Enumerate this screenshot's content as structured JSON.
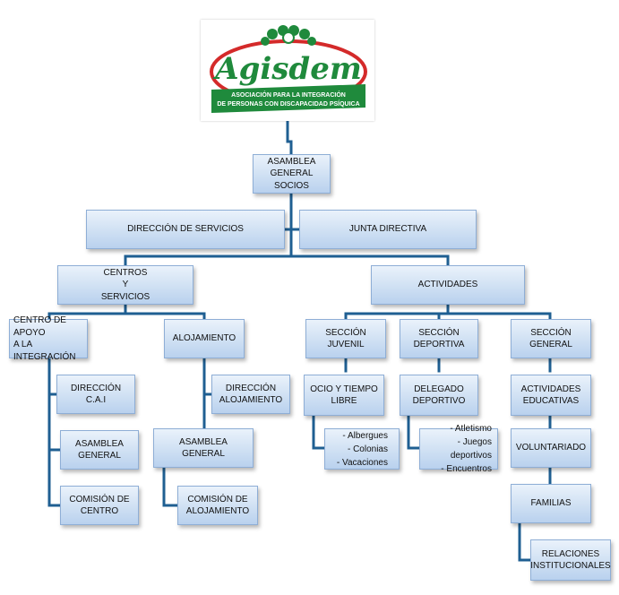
{
  "logo": {
    "name": "Agisdem",
    "tagline_1": "Asociación para la Integración",
    "tagline_2": "de personas con Discapacidad Psíquica"
  },
  "nodes": {
    "asamblea_general_socios": "ASAMBLEA\nGENERAL SOCIOS",
    "direccion_servicios": "DIRECCIÓN DE SERVICIOS",
    "junta_directiva": "JUNTA DIRECTIVA",
    "centros_servicios": "CENTROS\nY\nSERVICIOS",
    "actividades": "ACTIVIDADES",
    "centro_apoyo": "CENTRO DE APOYO\nA LA INTEGRACIÓN",
    "alojamiento": "ALOJAMIENTO",
    "seccion_juvenil": "SECCIÓN JUVENIL",
    "seccion_deportiva": "SECCIÓN\nDEPORTIVA",
    "seccion_general": "SECCIÓN GENERAL",
    "direccion_cai": "DIRECCIÓN C.A.I",
    "asamblea_general_cai": "ASAMBLEA\nGENERAL",
    "comision_centro": "COMISIÓN DE\nCENTRO",
    "direccion_alojamiento": "DIRECCIÓN\nALOJAMIENTO",
    "asamblea_general_aloj": "ASAMBLEA GENERAL",
    "comision_alojamiento": "COMISIÓN DE\nALOJAMIENTO",
    "ocio_tiempo_libre": "OCIO Y TIEMPO\nLIBRE",
    "delegado_deportivo": "DELEGADO\nDEPORTIVO",
    "actividades_educativas": "ACTIVIDADES\nEDUCATIVAS",
    "voluntariado": "VOLUNTARIADO",
    "familias": "FAMILIAS",
    "relaciones_institucionales": "RELACIONES\nINSTITUCIONALES"
  },
  "lists": {
    "ocio_items": [
      "- Albergues",
      "- Colonias",
      "- Vacaciones"
    ],
    "deportes_items": [
      "- Atletismo",
      "- Juegos deportivos",
      "- Encuentros"
    ]
  },
  "colors": {
    "connector": "#1f5f92",
    "box_border": "#8eaed6",
    "logo_green": "#1f8a3c",
    "logo_red": "#d42a2a"
  }
}
